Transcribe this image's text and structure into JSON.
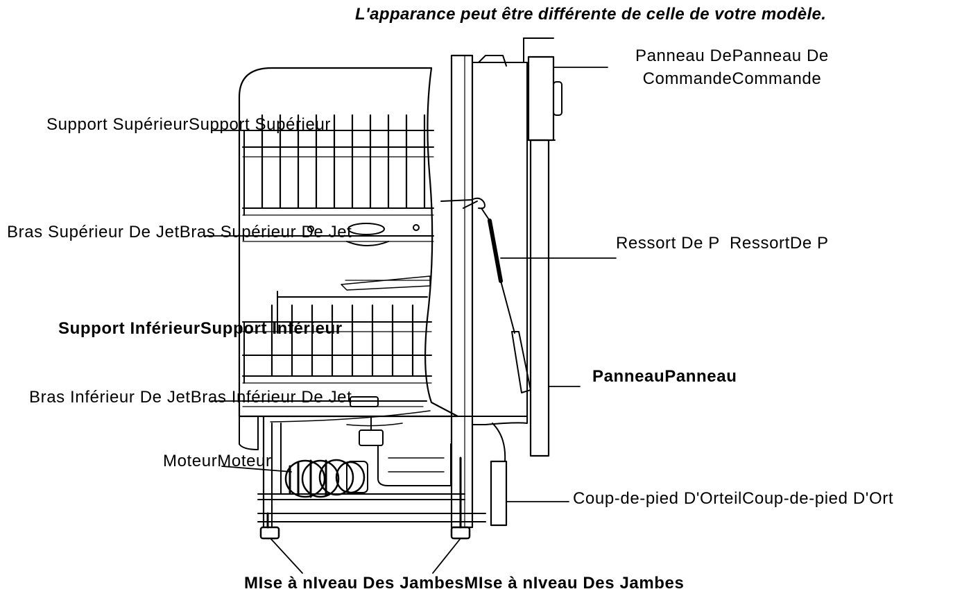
{
  "disclaimer": "L'apparance peut être différente de celle de votre modèle.",
  "labels": {
    "control_panel_line1": "Panneau DePanneau De",
    "control_panel_line2": "CommandeCommande",
    "upper_rack": "Support SupérieurSupport Supérieur",
    "upper_spray_arm": "Bras Supérieur De JetBras Supérieur De Jet",
    "door_spring": "Ressort De P",
    "door_spring_overlap": "RessortDe P",
    "lower_rack": "Support InférieurSupport Inférieur",
    "panel": "PanneauPanneau",
    "lower_spray_arm": "Bras Inférieur De JetBras Inférieur De Jet",
    "motor": "MoteurMoteur",
    "toe_kick": "Coup-de-pied D'OrteilCoup-de-pied D'Ort",
    "leveling_legs": "MIse à nIveau Des JambesMIse à nIveau Des Jambes"
  },
  "colors": {
    "line": "#000000",
    "background": "#ffffff"
  }
}
